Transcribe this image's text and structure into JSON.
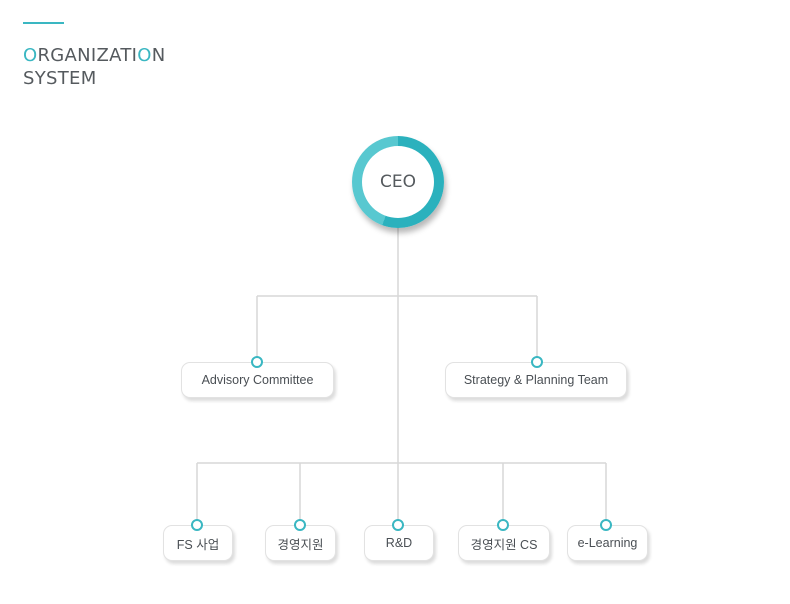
{
  "header": {
    "title_line1_first": "O",
    "title_line1_mid": "RGANIZATI",
    "title_line1_o": "O",
    "title_line1_end": "N",
    "title_line2": "SYSTEM",
    "accent_color": "#3ab7c2"
  },
  "chart": {
    "root": "CEO",
    "staff": [
      "Advisory Committee",
      "Strategy & Planning Team"
    ],
    "divisions": [
      "FS 사업",
      "경영지원",
      "R&D",
      "경영지원 CS",
      "e-Learning"
    ]
  },
  "colors": {
    "accent": "#3ab7c2",
    "line": "#d7d7d7",
    "text": "#4a4f54"
  }
}
